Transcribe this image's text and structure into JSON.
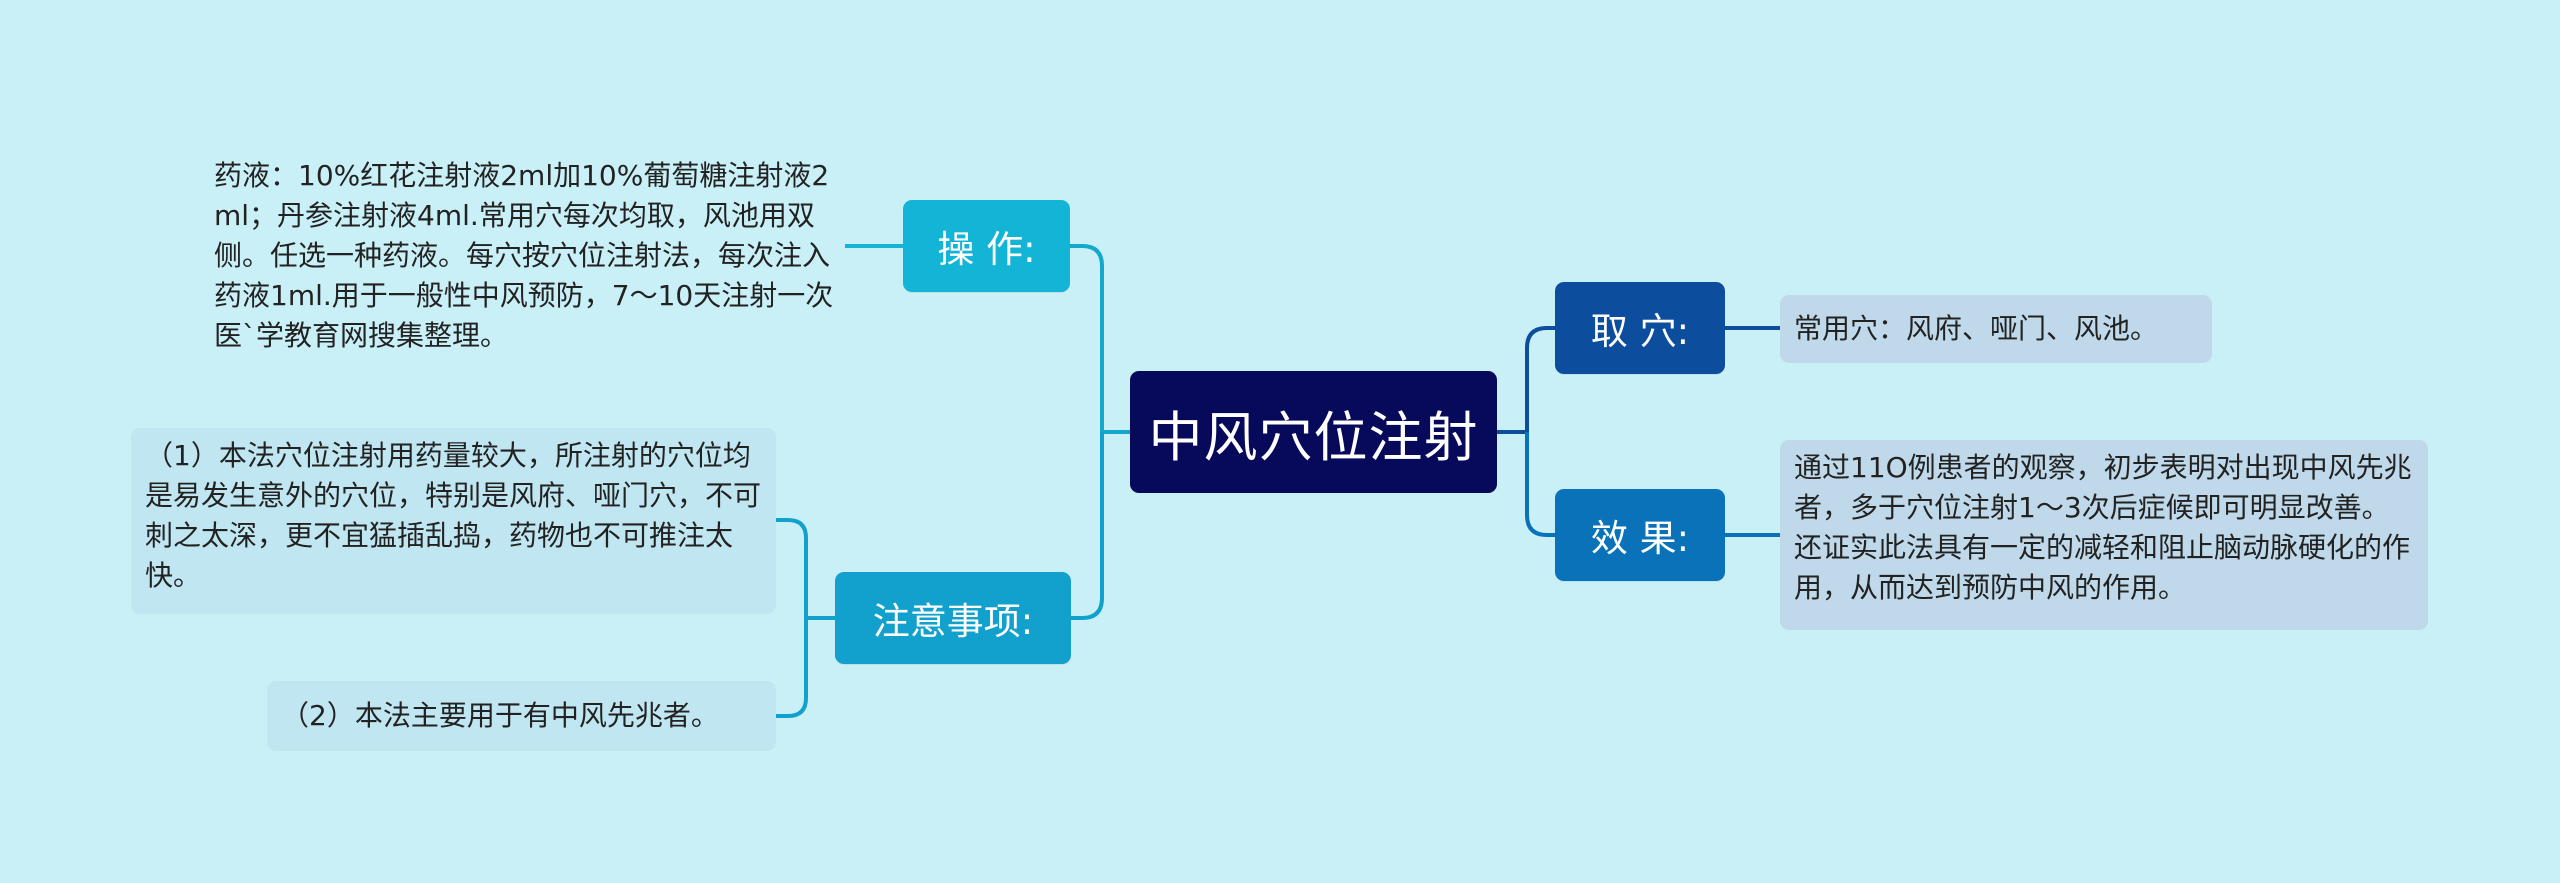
{
  "root": {
    "label": "中风穴位注射"
  },
  "branches": {
    "operation": {
      "label": "操 作:",
      "text": "药液：10%红花注射液2ml加10%葡萄糖注射液2ml；丹参注射液4ml.常用穴每次均取，风池用双侧。任选一种药液。每穴按穴位注射法，每次注入药液1ml.用于一般性中风预防，7～10天注射一次医`学教育网搜集整理。"
    },
    "notes": {
      "label": "注意事项:",
      "items": [
        "（1）本法穴位注射用药量较大，所注射的穴位均是易发生意外的穴位，特别是风府、哑门穴，不可刺之太深，更不宜猛插乱捣，药物也不可推注太快。",
        "（2）本法主要用于有中风先兆者。"
      ]
    },
    "acupoints": {
      "label": "取 穴:",
      "text": "常用穴：风府、哑门、风池。"
    },
    "effect": {
      "label": "效 果:",
      "text": "通过11O例患者的观察，初步表明对出现中风先兆者，多于穴位注射1～3次后症候即可明显改善。还证实此法具有一定的减轻和阻止脑动脉硬化的作用，从而达到预防中风的作用。"
    }
  },
  "colors": {
    "background": "#c9eff7",
    "root": "#070a5a",
    "operation": "#14b4d6",
    "notes": "#12a0cc",
    "acupoints": "#0c4d9e",
    "effect": "#0a72b8",
    "connector_left": "#14a8cc",
    "connector_right": "#0a5fa8"
  }
}
